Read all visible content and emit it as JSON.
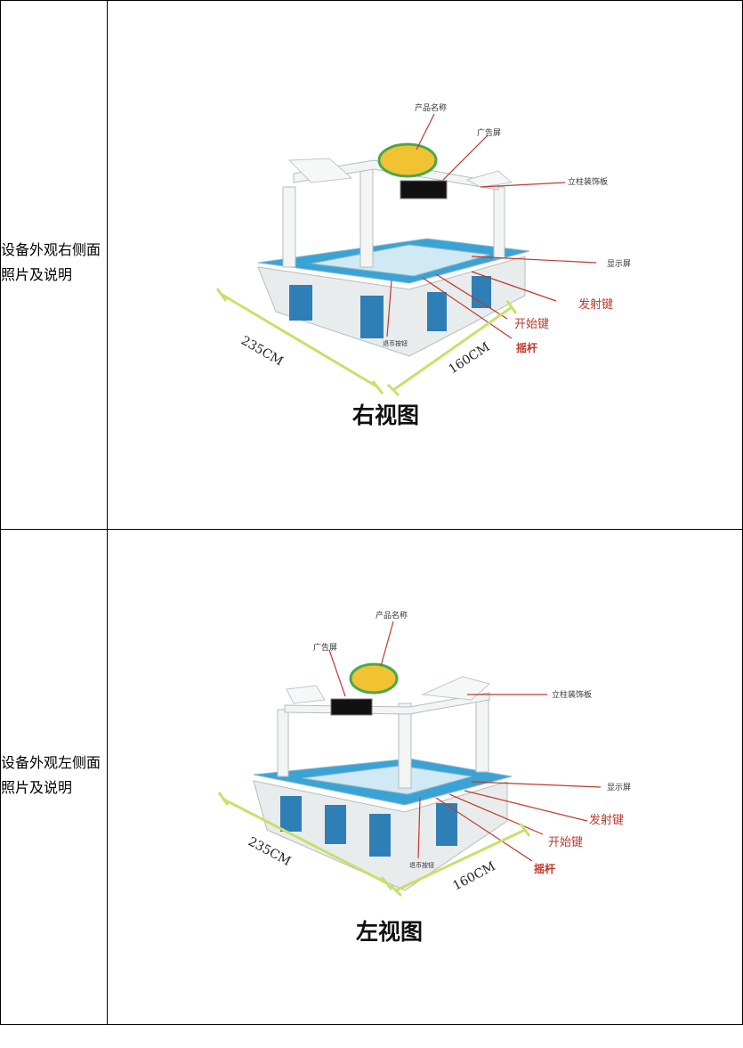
{
  "rows": [
    {
      "label": "设备外观右侧面照片及说明",
      "caption": "右视图",
      "annotations": {
        "product_name": "产品名称",
        "ad_screen": "广告屏",
        "pillar_panel": "立柱装饰板",
        "display": "显示屏",
        "fire_key": "发射键",
        "start_key": "开始键",
        "joystick": "摇杆",
        "coin": "退币按钮"
      },
      "dimensions": {
        "length": "235CM",
        "width": "160CM"
      }
    },
    {
      "label": "设备外观左侧面照片及说明",
      "caption": "左视图",
      "annotations": {
        "product_name": "产品名称",
        "ad_screen": "广告屏",
        "pillar_panel": "立柱装饰板",
        "display": "显示屏",
        "fire_key": "发射键",
        "start_key": "开始键",
        "joystick": "摇杆",
        "coin": "退币按钮"
      },
      "dimensions": {
        "length": "235CM",
        "width": "160CM"
      }
    }
  ],
  "colors": {
    "border": "#000000",
    "dimension_line": "#c8e06a",
    "annotation_arrow": "#c0392b",
    "cabinet": "#e9ecec",
    "playfield": "#3aa3d6"
  }
}
